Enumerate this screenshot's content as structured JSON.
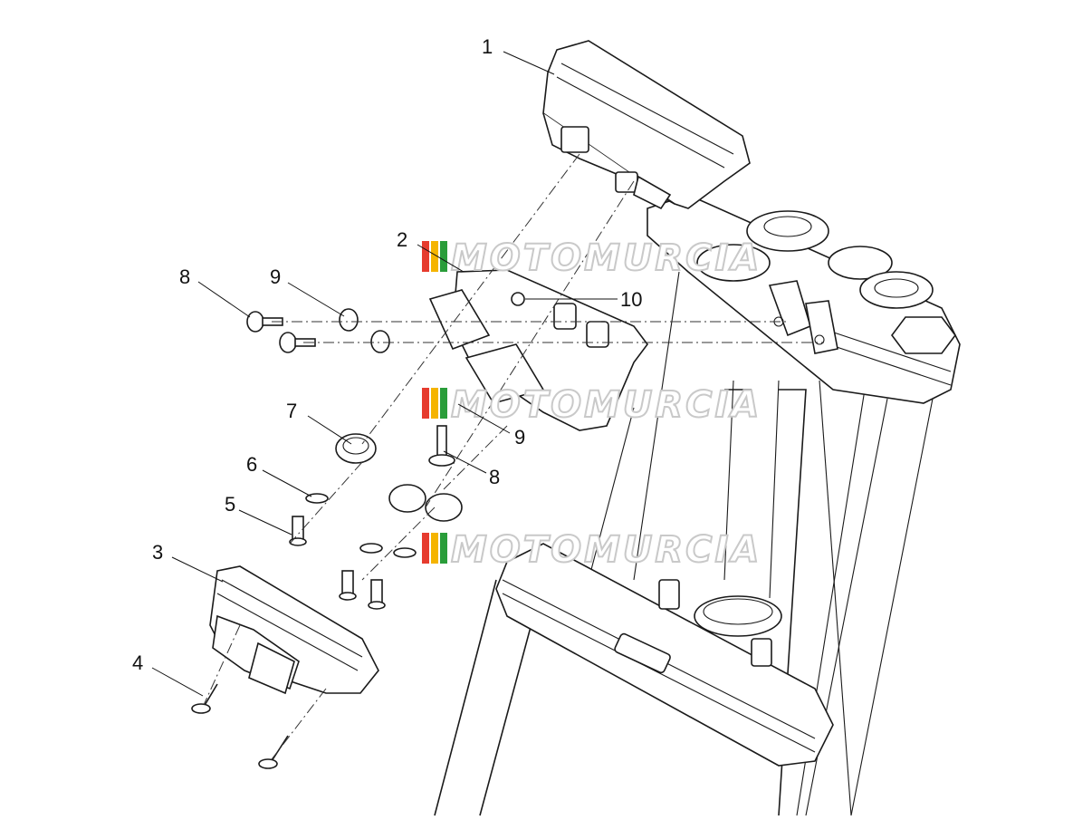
{
  "watermark": {
    "text": "MOTOMURCIA",
    "stripe_colors": [
      "#e63b2e",
      "#f5b400",
      "#2a9d3a"
    ]
  },
  "callouts": {
    "c1": "1",
    "c2": "2",
    "c3": "3",
    "c4": "4",
    "c5": "5",
    "c6": "6",
    "c7": "7",
    "c8a": "8",
    "c8b": "8",
    "c9a": "9",
    "c9b": "9",
    "c10": "10"
  }
}
